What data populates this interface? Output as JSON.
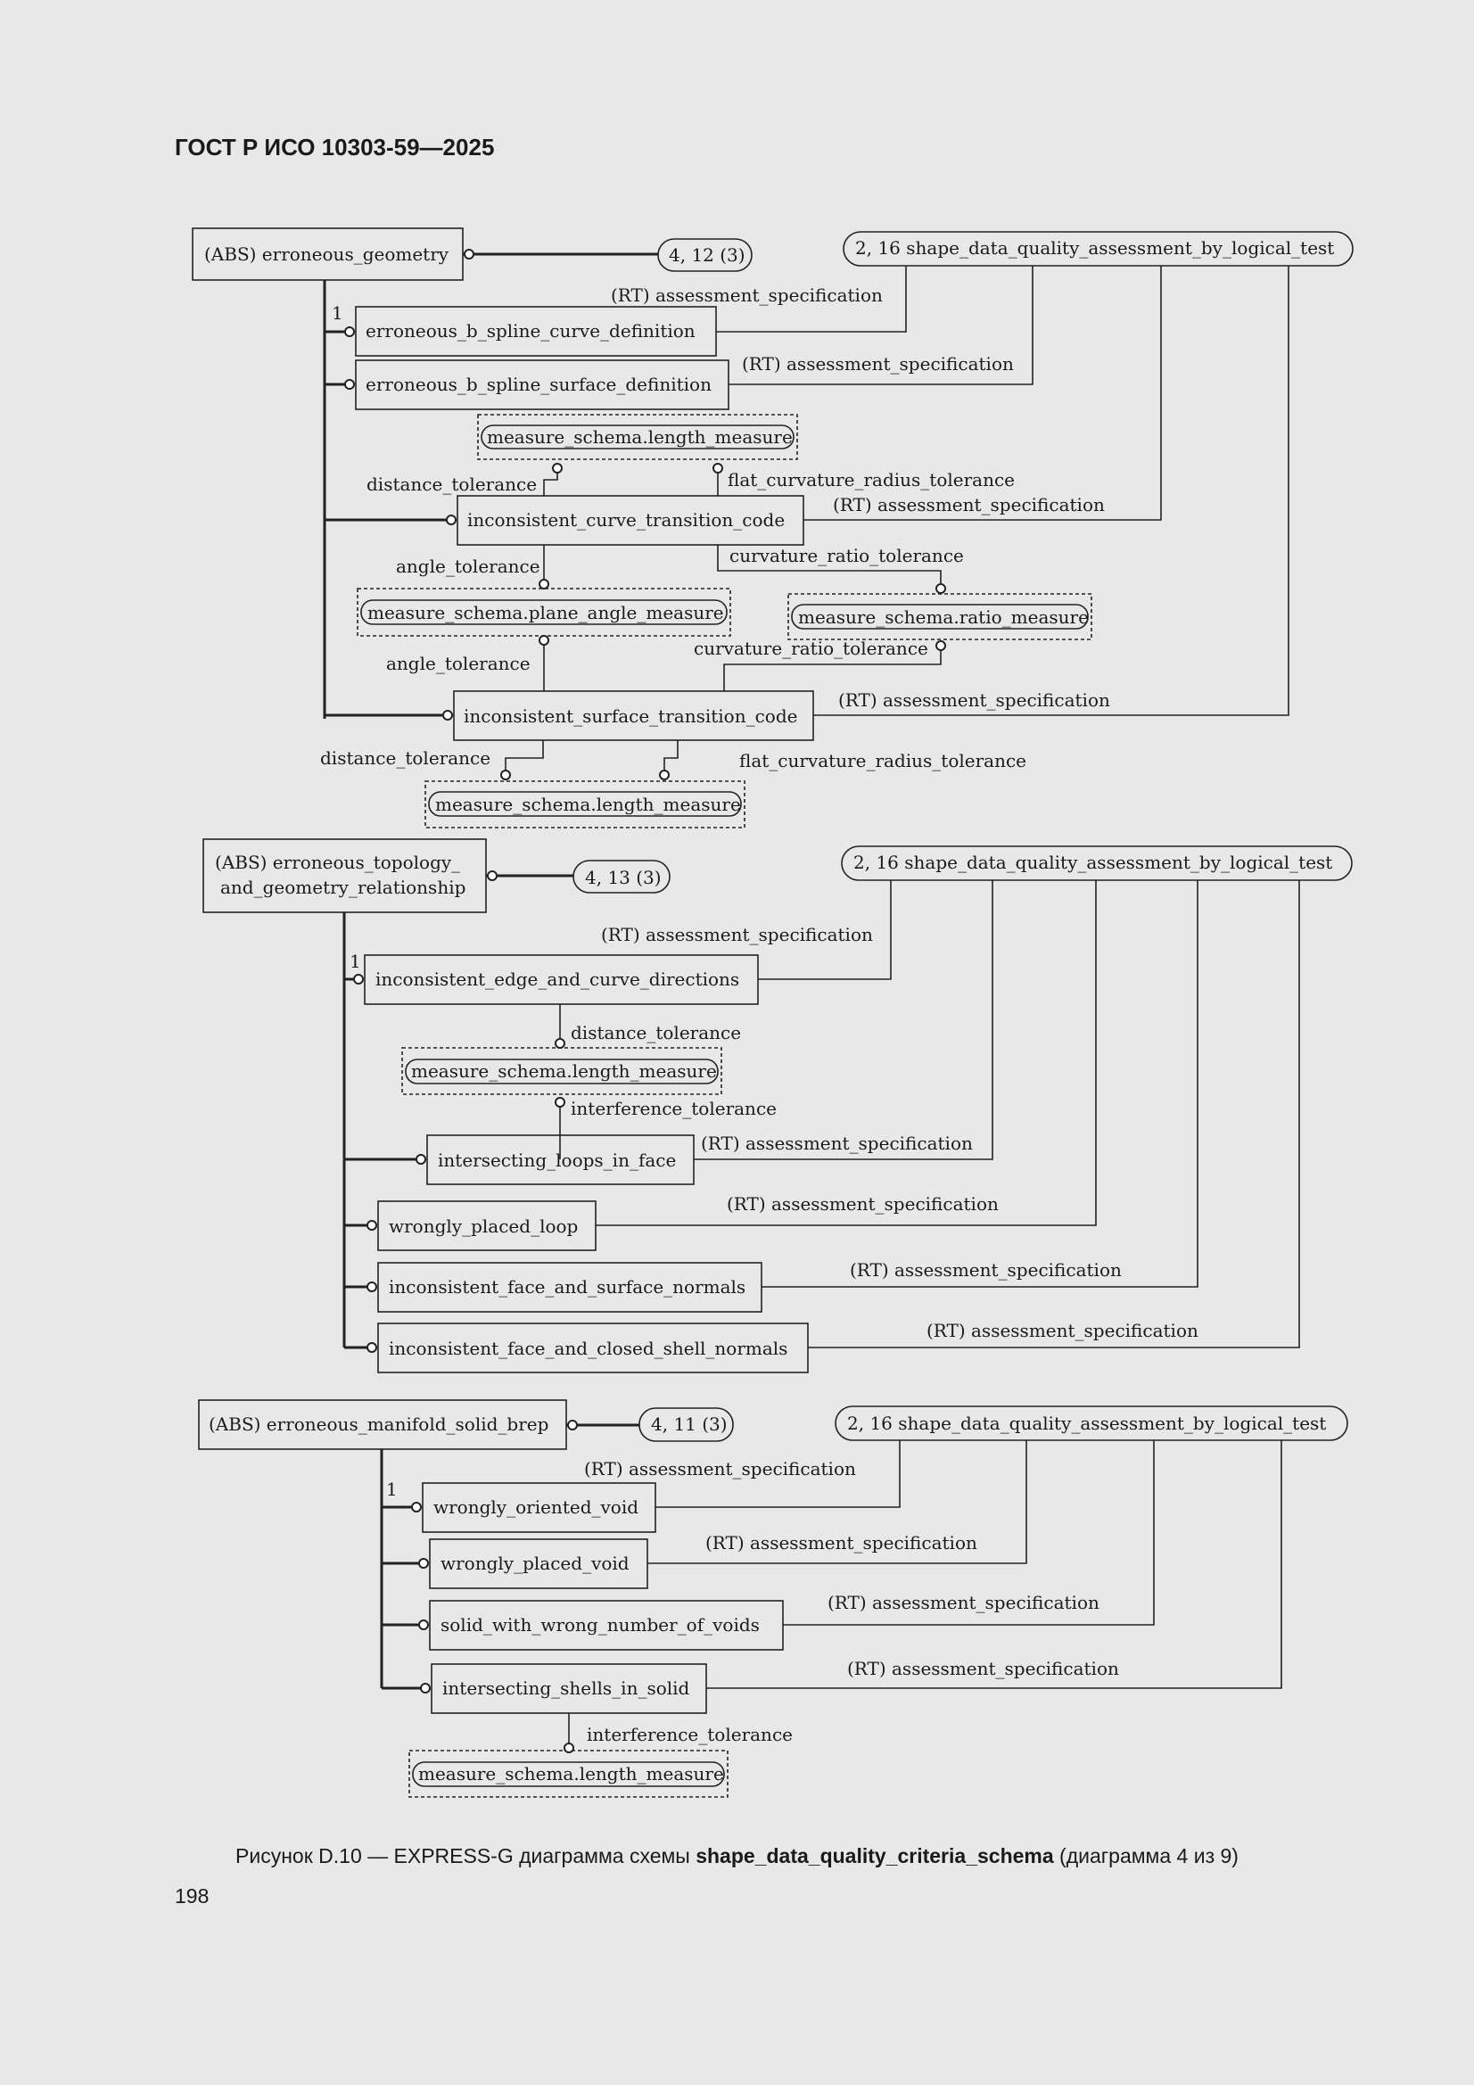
{
  "header": {
    "doc_id": "ГОСТ Р ИСО 10303-59—2025"
  },
  "diagram": {
    "g1": {
      "root": "(ABS) erroneous_geometry",
      "root_ref": "4, 12 (3)",
      "target": "2, 16 shape_data_quality_assessment_by_logical_test",
      "cardinality": "1",
      "e1": "erroneous_b_spline_curve_definition",
      "e2": "erroneous_b_spline_surface_definition",
      "e3": "inconsistent_curve_transition_code",
      "e4": "inconsistent_surface_transition_code",
      "t_length_a": "measure_schema.length_measure",
      "t_plane": "measure_schema.plane_angle_measure",
      "t_ratio": "measure_schema.ratio_measure",
      "t_length_b": "measure_schema.length_measure",
      "rel_rt1": "(RT) assessment_specification",
      "rel_rt2": "(RT) assessment_specification",
      "rel_rt3": "(RT) assessment_specification",
      "rel_rt4": "(RT) assessment_specification",
      "rel_dist1": "distance_tolerance",
      "rel_flat1": "flat_curvature_radius_tolerance",
      "rel_angle1": "angle_tolerance",
      "rel_curv1": "curvature_ratio_tolerance",
      "rel_angle2": "angle_tolerance",
      "rel_curv2": "curvature_ratio_tolerance",
      "rel_dist2": "distance_tolerance",
      "rel_flat2": "flat_curvature_radius_tolerance"
    },
    "g2": {
      "root_line1": "(ABS) erroneous_topology_",
      "root_line2": "and_geometry_relationship",
      "root_ref": "4, 13 (3)",
      "target": "2, 16 shape_data_quality_assessment_by_logical_test",
      "cardinality": "1",
      "e1": "inconsistent_edge_and_curve_directions",
      "e2": "intersecting_loops_in_face",
      "e3": "wrongly_placed_loop",
      "e4": "inconsistent_face_and_surface_normals",
      "e5": "inconsistent_face_and_closed_shell_normals",
      "t_length": "measure_schema.length_measure",
      "rel_rt1": "(RT) assessment_specification",
      "rel_rt2": "(RT) assessment_specification",
      "rel_rt3": "(RT) assessment_specification",
      "rel_rt4": "(RT) assessment_specification",
      "rel_rt5": "(RT) assessment_specification",
      "rel_dist": "distance_tolerance",
      "rel_interf": "interference_tolerance"
    },
    "g3": {
      "root": "(ABS) erroneous_manifold_solid_brep",
      "root_ref": "4, 11 (3)",
      "target": "2, 16 shape_data_quality_assessment_by_logical_test",
      "cardinality": "1",
      "e1": "wrongly_oriented_void",
      "e2": "wrongly_placed_void",
      "e3": "solid_with_wrong_number_of_voids",
      "e4": "intersecting_shells_in_solid",
      "t_length": "measure_schema.length_measure",
      "rel_rt1": "(RT) assessment_specification",
      "rel_rt2": "(RT) assessment_specification",
      "rel_rt3": "(RT) assessment_specification",
      "rel_rt4": "(RT) assessment_specification",
      "rel_interf": "interference_tolerance"
    }
  },
  "caption": {
    "prefix": "Рисунок D.10 — EXPRESS-G диаграмма схемы ",
    "schema": "shape_data_quality_criteria_schema",
    "suffix": " (диаграмма 4 из 9)"
  },
  "page_number": "198"
}
